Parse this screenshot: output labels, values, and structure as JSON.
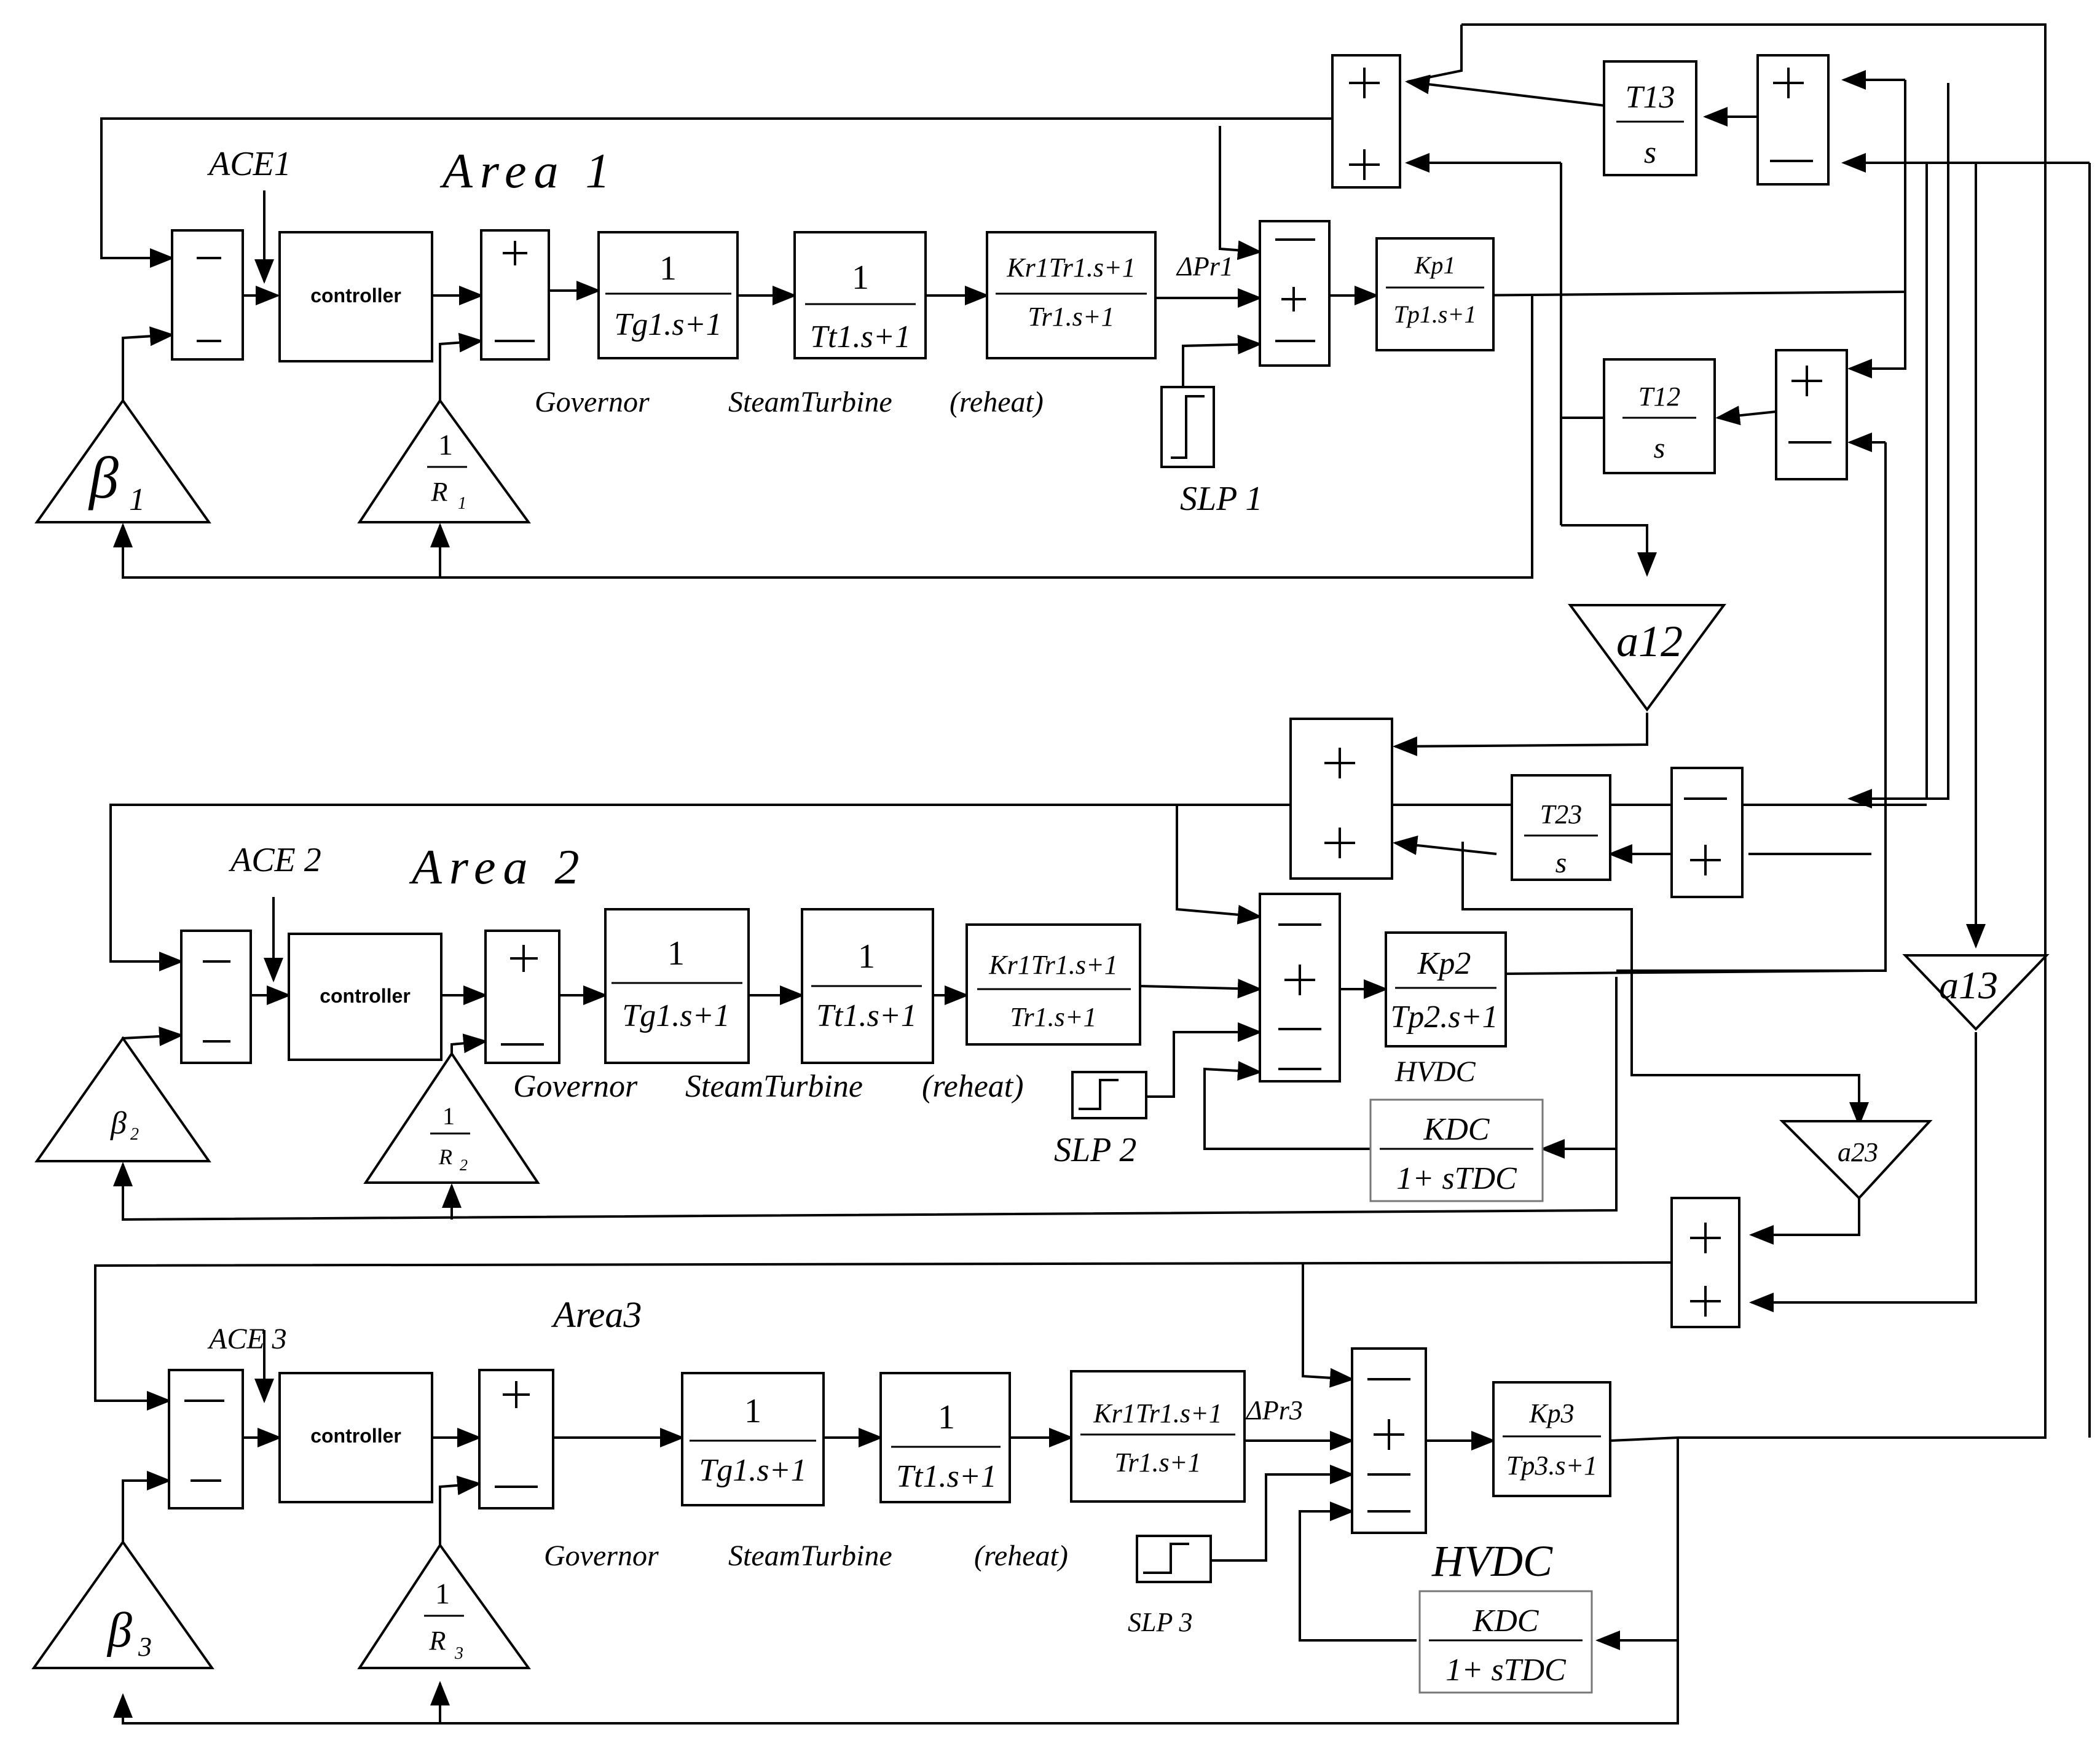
{
  "areas": [
    {
      "title": "Area 1",
      "ace": "ACE1",
      "controller": "controller",
      "beta": {
        "sym": "β",
        "sub": "1"
      },
      "droop": {
        "num": "1",
        "den": "R",
        "sub": "1"
      },
      "governor": {
        "num": "1",
        "den": "Tg1.s+1"
      },
      "turbine": {
        "num": "1",
        "den": "Tt1.s+1"
      },
      "reheat": {
        "num": "Kr1Tr1.s+1",
        "den": "Tr1.s+1"
      },
      "power_system": {
        "num": "Kp1",
        "den": "Tp1.s+1"
      },
      "labels": {
        "governor": "Governor",
        "turbine": "SteamTurbine",
        "reheat": "(reheat)"
      },
      "delta_p": "ΔPr1",
      "slp": "SLP 1"
    },
    {
      "title": "Area 2",
      "ace": "ACE 2",
      "controller": "controller",
      "beta": {
        "sym": "β",
        "sub": "2"
      },
      "droop": {
        "num": "1",
        "den": "R",
        "sub": "2"
      },
      "governor": {
        "num": "1",
        "den": "Tg1.s+1"
      },
      "turbine": {
        "num": "1",
        "den": "Tt1.s+1"
      },
      "reheat": {
        "num": "Kr1Tr1.s+1",
        "den": "Tr1.s+1"
      },
      "power_system": {
        "num": "Kp2",
        "den": "Tp2.s+1"
      },
      "labels": {
        "governor": "Governor",
        "turbine": "SteamTurbine",
        "reheat": "(reheat)"
      },
      "slp": "SLP  2",
      "hvdc": {
        "label": "HVDC",
        "num": "KDC",
        "den": "1+ sTDC"
      }
    },
    {
      "title": "Area3",
      "ace": "ACE 3",
      "controller": "controller",
      "beta": {
        "sym": "β",
        "sub": "3"
      },
      "droop": {
        "num": "1",
        "den": "R",
        "sub": "3"
      },
      "governor": {
        "num": "1",
        "den": "Tg1.s+1"
      },
      "turbine": {
        "num": "1",
        "den": "Tt1.s+1"
      },
      "reheat": {
        "num": "Kr1Tr1.s+1",
        "den": "Tr1.s+1"
      },
      "power_system": {
        "num": "Kp3",
        "den": "Tp3.s+1"
      },
      "labels": {
        "governor": "Governor",
        "turbine": "SteamTurbine",
        "reheat": "(reheat)"
      },
      "delta_p": "ΔPr3",
      "slp": "SLP 3",
      "hvdc": {
        "label": "HVDC",
        "num": "KDC",
        "den": "1+ sTDC"
      }
    }
  ],
  "tie_lines": [
    {
      "num": "T13",
      "den": "s"
    },
    {
      "num": "T12",
      "den": "s"
    },
    {
      "num": "T23",
      "den": "s"
    }
  ],
  "gains": [
    "a12",
    "a13",
    "a23"
  ],
  "signs": {
    "plus": "+",
    "minus": "—"
  }
}
